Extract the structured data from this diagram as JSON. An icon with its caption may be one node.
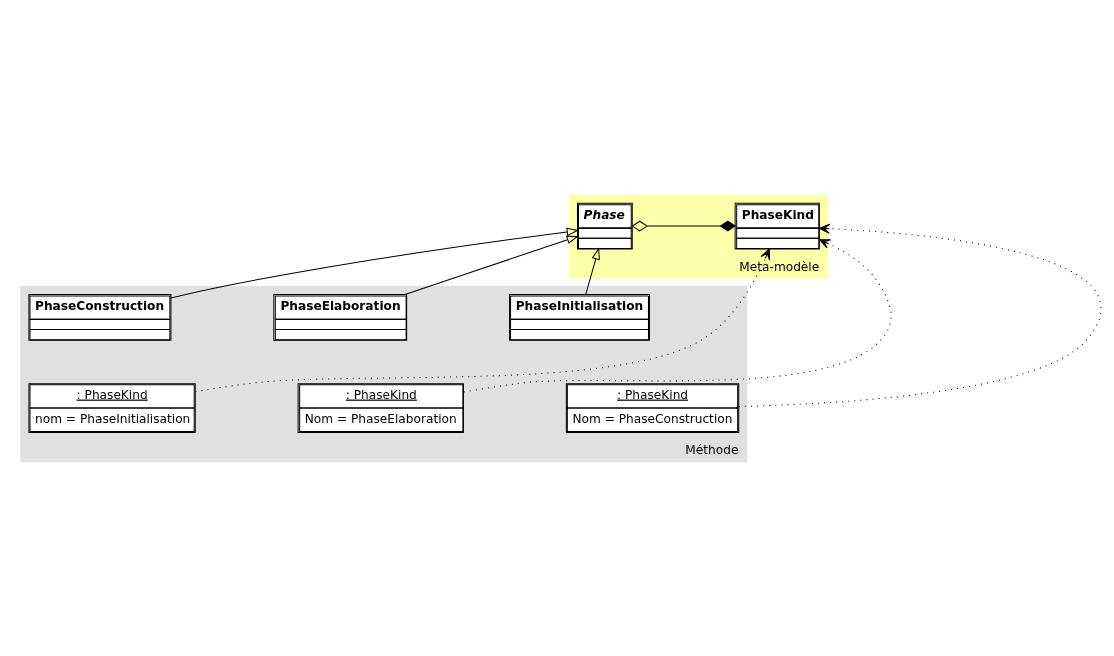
{
  "diagram": {
    "nodes": [
      {
        "text": [
          "Meta-modèle"
        ]
      },
      {
        "text": [
          "Phase"
        ],
        "in": 0
      },
      {
        "text": [
          "PhaseKind"
        ],
        "in": 0
      },
      {
        "text": [
          "Méthode"
        ]
      },
      {
        "text": [
          "PhaseInitialisation"
        ],
        "in": 3
      },
      {
        "text": [
          "PhaseElaboration"
        ],
        "in": 3
      },
      {
        "text": [
          "PhaseConstruction"
        ],
        "in": 3
      },
      {
        "text": [
          ": PhaseKind",
          "nom = PhaseInitialisation"
        ],
        "in": 3
      },
      {
        "text": [
          ": PhaseKind",
          "Nom = PhaseElaboration"
        ],
        "in": 3
      },
      {
        "text": [
          ": PhaseKind",
          "Nom = PhaseConstruction"
        ],
        "in": 3
      }
    ],
    "edges": [
      {
        "from": 1,
        "to": 2,
        "arrow": "other"
      },
      {
        "from": 4,
        "to": 1,
        "arrow": "to"
      },
      {
        "from": 5,
        "to": 1,
        "arrow": "to"
      },
      {
        "from": 6,
        "to": 1,
        "arrow": "to"
      },
      {
        "from": 7,
        "to": 2,
        "arrow": "to",
        "style": "dashed"
      },
      {
        "from": 8,
        "to": 2,
        "arrow": "to",
        "style": "dashed"
      },
      {
        "from": 9,
        "to": 2,
        "arrow": "to",
        "style": "dashed"
      }
    ]
  }
}
